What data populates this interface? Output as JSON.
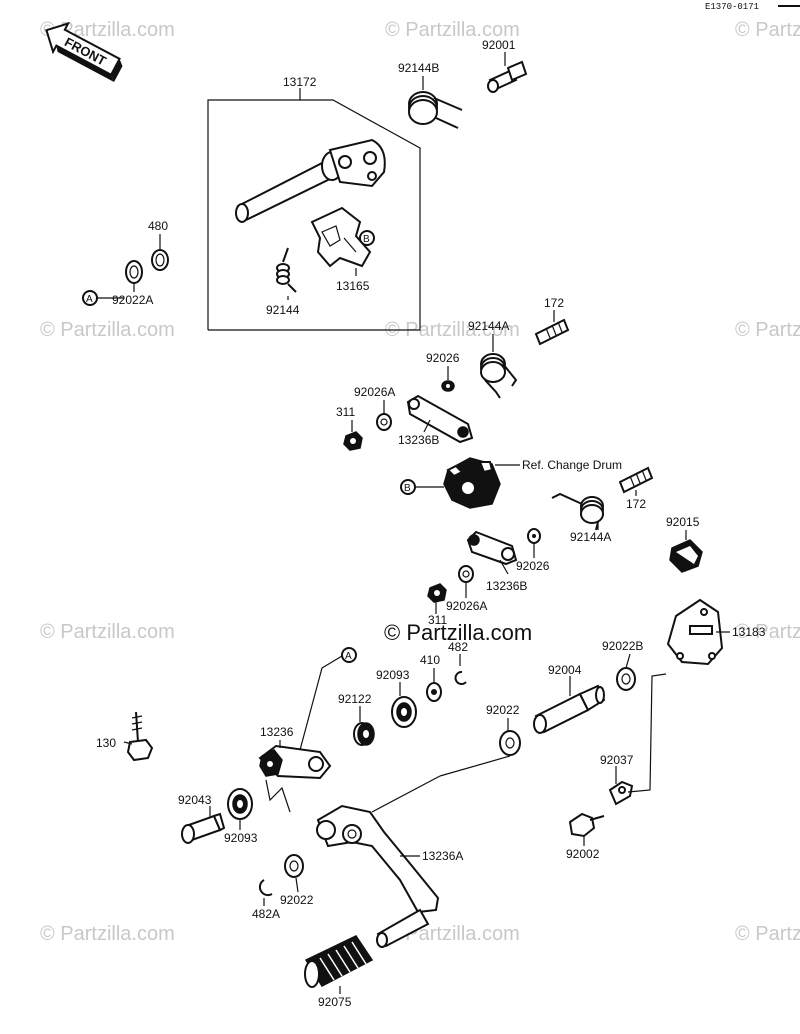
{
  "diagram": {
    "code": "E1370-0171",
    "front_label": "FRONT",
    "center_watermark": "© Partzilla.com",
    "faint_watermark": "© Partzilla.com",
    "ref_change_drum": "Ref. Change Drum",
    "markers": {
      "a": "A",
      "b": "B"
    },
    "parts": {
      "p13172": "13172",
      "p92144B": "92144B",
      "p92001": "92001",
      "p480": "480",
      "p92022A": "92022A",
      "p92144": "92144",
      "p13165": "13165",
      "p172a": "172",
      "p92144A_a": "92144A",
      "p92026_a": "92026",
      "p92026A_a": "92026A",
      "p311_a": "311",
      "p13236B_a": "13236B",
      "p172b": "172",
      "p92144A_b": "92144A",
      "p92015": "92015",
      "p92026_b": "92026",
      "p13236B_b": "13236B",
      "p311_b": "311",
      "p92026A_b": "92026A",
      "p13183": "13183",
      "p92022B": "92022B",
      "p482": "482",
      "p410": "410",
      "p92093_a": "92093",
      "p92004": "92004",
      "p92122": "92122",
      "p13236": "13236",
      "p92022": "92022",
      "p130": "130",
      "p92037": "92037",
      "p92043": "92043",
      "p92093_b": "92093",
      "p92002": "92002",
      "p13236A": "13236A",
      "p92022_b": "92022",
      "p482A": "482A",
      "p92075": "92075"
    }
  }
}
